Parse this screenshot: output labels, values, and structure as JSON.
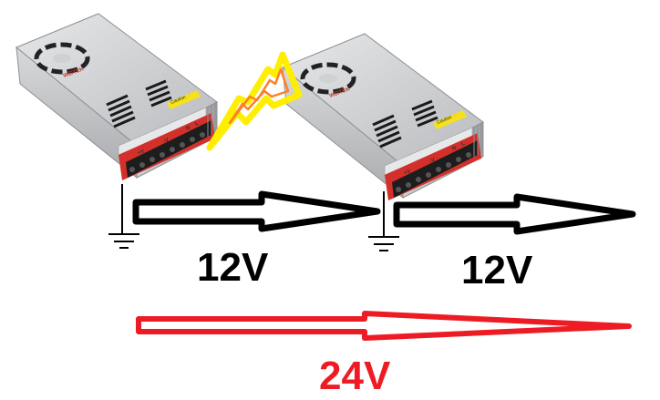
{
  "diagram": {
    "title": "Two 12V power supplies in series",
    "colors": {
      "background": "#ffffff",
      "arrow_black": "#000000",
      "arrow_red": "#ed1c24",
      "bolt_outer": "#ffee00",
      "bolt_inner": "#ff7f27",
      "psu_body": "#c9cbce",
      "psu_terminal_board": "#d4302b",
      "caution_label": "#f5e21b"
    },
    "power_supplies": [
      {
        "id": "psu-1",
        "terminal_labels": [
          "+V",
          "-V",
          "⏚",
          "N",
          "L"
        ],
        "caution_label": "Caution ⚡",
        "ground_symbol": "ground-icon"
      },
      {
        "id": "psu-2",
        "terminal_labels": [
          "+V",
          "-V",
          "⏚",
          "N",
          "L"
        ],
        "caution_label": "Caution ⚡",
        "ground_symbol": "ground-icon"
      }
    ],
    "connection": {
      "type": "lightning-bolt",
      "from": "psu-1",
      "to": "psu-2"
    },
    "voltage_labels": {
      "psu1_output": "12V",
      "psu2_output": "12V",
      "total_output": "24V"
    }
  }
}
